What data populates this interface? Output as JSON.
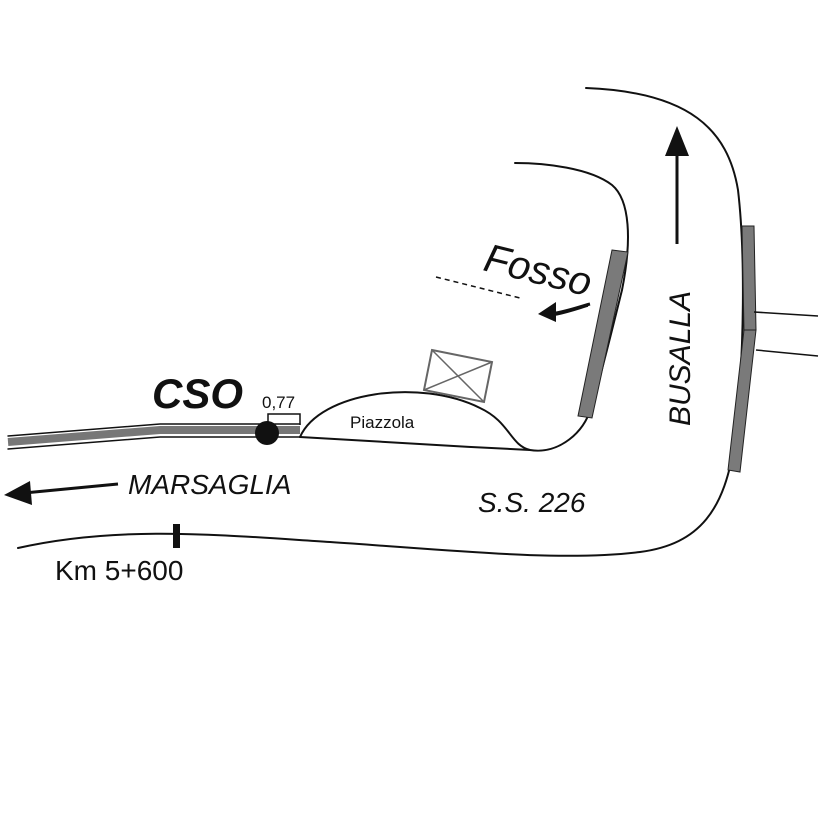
{
  "map": {
    "labels": {
      "cso": "CSO",
      "distance": "0,77",
      "piazzola": "Piazzola",
      "marsaglia": "MARSAGLIA",
      "busalla": "BUSALLA",
      "fosso": "Fosso",
      "road": "S.S. 226",
      "km": "Km 5+600"
    },
    "colors": {
      "line": "#111111",
      "guardrail": "#7a7a7a",
      "marker": "#111111",
      "background": "#ffffff"
    },
    "icons": {
      "cso_marker": "filled-circle",
      "box": "crossed-box-icon",
      "arrow_west": "arrow-left-icon",
      "arrow_north": "arrow-up-icon",
      "arrow_fosso": "arrow-left-icon"
    }
  }
}
